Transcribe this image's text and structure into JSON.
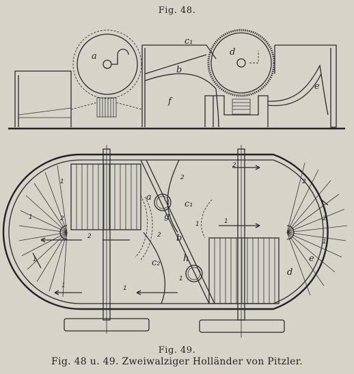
{
  "figures": {
    "fig48_label": "Fig. 48.",
    "fig49_label": "Fig. 49.",
    "caption": "Fig. 48 u. 49.  Zweiwalziger Holländer von Pitzler."
  },
  "labels48": {
    "a": "a",
    "d": "d",
    "c1": "c₁",
    "b": "b",
    "f": "f",
    "e": "e"
  },
  "labels49": {
    "a": "a",
    "g": "g",
    "c1": "c₁",
    "b": "b",
    "c2": "c₂",
    "h": "h",
    "d": "d",
    "e": "e"
  },
  "flow_numbers": {
    "n1": "1",
    "n2": "2"
  }
}
